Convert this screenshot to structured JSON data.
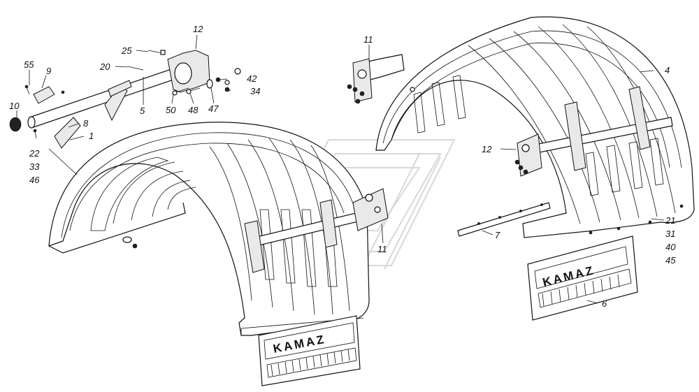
{
  "diagram": {
    "brand_text": "KAMAZ",
    "callouts": {
      "c55": "55",
      "c9": "9",
      "c10": "10",
      "c8": "8",
      "c1": "1",
      "c22": "22",
      "c33": "33",
      "c46": "46",
      "c25": "25",
      "c20": "20",
      "c5": "5",
      "c12a": "12",
      "c50": "50",
      "c48": "48",
      "c47": "47",
      "c42": "42",
      "c34": "34",
      "c11a": "11",
      "c4": "4",
      "c12b": "12",
      "c11b": "11",
      "c7": "7",
      "c21": "21",
      "c31": "31",
      "c40": "40",
      "c45": "45",
      "c6": "6"
    }
  }
}
